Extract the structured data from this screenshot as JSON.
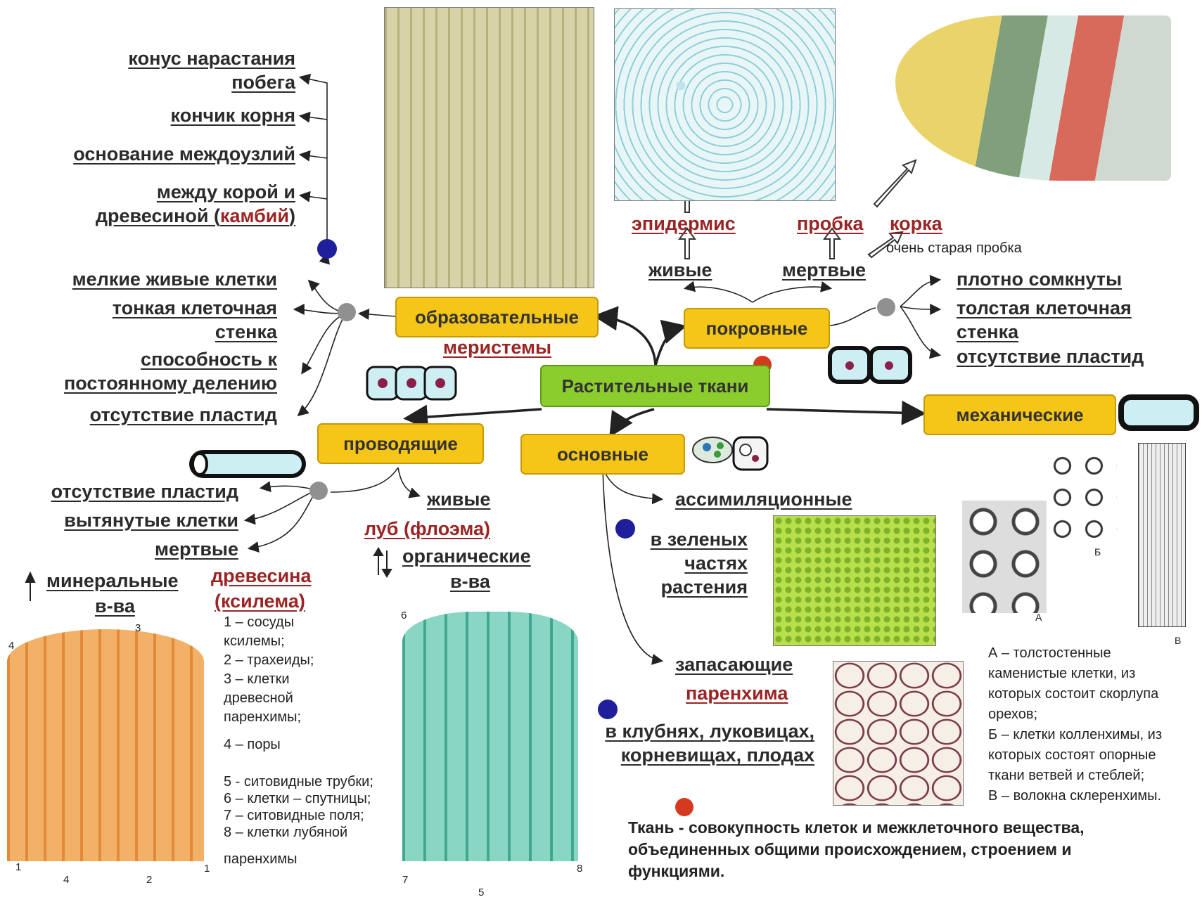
{
  "central": "Растительные ткани",
  "categories": {
    "meristem": "образовательные",
    "meristem_sub": "меристемы",
    "cover": "покровные",
    "conductive": "проводящие",
    "basic": "основные",
    "mechanical": "механические"
  },
  "meristem_locations": {
    "l1a": "конус нарастания",
    "l1b": "побега",
    "l2": "кончик корня",
    "l3": "основание междоузлий",
    "l4a": "между корой и",
    "l4b_pre": "древесиной (",
    "l4b_red": "камбий",
    "l4b_post": ")"
  },
  "meristem_features": {
    "f1": "мелкие живые клетки",
    "f2a": "тонкая клеточная",
    "f2b": "стенка",
    "f3a": "способность к",
    "f3b": "постоянному делению",
    "f4": "отсутствие пластид"
  },
  "cover_branch": {
    "epidermis": "эпидермис",
    "cork": "пробка",
    "bark": "корка",
    "bark_note": "очень старая пробка",
    "living": "живые",
    "dead": "мертвые"
  },
  "cover_features": {
    "f1": "плотно сомкнуты",
    "f2a": "толстая клеточная",
    "f2b": "стенка",
    "f3": "отсутствие пластид"
  },
  "conductive_features": {
    "f1": "отсутствие пластид",
    "f2": "вытянутые клетки",
    "f3": "мертвые",
    "living": "живые",
    "phloem": "луб (флоэма)",
    "organic_a": "органические",
    "organic_b": "в-ва",
    "mineral_a": "минеральные",
    "mineral_b": "в-ва",
    "xylem_a": "древесина",
    "xylem_b": "(ксилема)"
  },
  "xylem_legend": [
    "1 – сосуды",
    "ксилемы;",
    "2 – трахеиды;",
    "3 – клетки",
    "древесной",
    "паренхимы;",
    "4 – поры"
  ],
  "phloem_legend": [
    "5 - ситовидные трубки;",
    "6 – клетки – спутницы;",
    "7 – ситовидные поля;",
    "8 – клетки лубяной",
    "паренхимы"
  ],
  "basic_branch": {
    "assim": "ассимиляционные",
    "green_a": "в зеленых",
    "green_b": "частях",
    "green_c": "растения",
    "storage": "запасающие",
    "parenchyma": "паренхима",
    "tubers_a": "в клубнях, луковицах,",
    "tubers_b": "корневищах, плодах"
  },
  "mech_legend": [
    "А – толстостенные",
    "каменистые клетки, из",
    "которых состоит скорлупа",
    "орехов;",
    "Б – клетки колленхимы, из",
    "которых состоят опорные",
    "ткани ветвей и стеблей;",
    "В – волокна склеренхимы."
  ],
  "mech_letters": {
    "a": "А",
    "b": "Б",
    "c": "В"
  },
  "xylem_numbers": {
    "n1a": "1",
    "n1b": "1",
    "n2": "2",
    "n3": "3",
    "n4a": "4",
    "n4b": "4"
  },
  "phloem_numbers": {
    "n5": "5",
    "n6": "6",
    "n7": "7",
    "n8": "8"
  },
  "definition": [
    "Ткань - совокупность клеток и межклеточного вещества,",
    "объединенных общими происхождением, строением и",
    "функциями."
  ],
  "colors": {
    "box": "#f5c518",
    "central": "#8ccd2e",
    "accent_red": "#9b2424",
    "dot_blue": "#1f1f9c",
    "dot_red": "#d63a1e",
    "dot_gray": "#909090"
  }
}
